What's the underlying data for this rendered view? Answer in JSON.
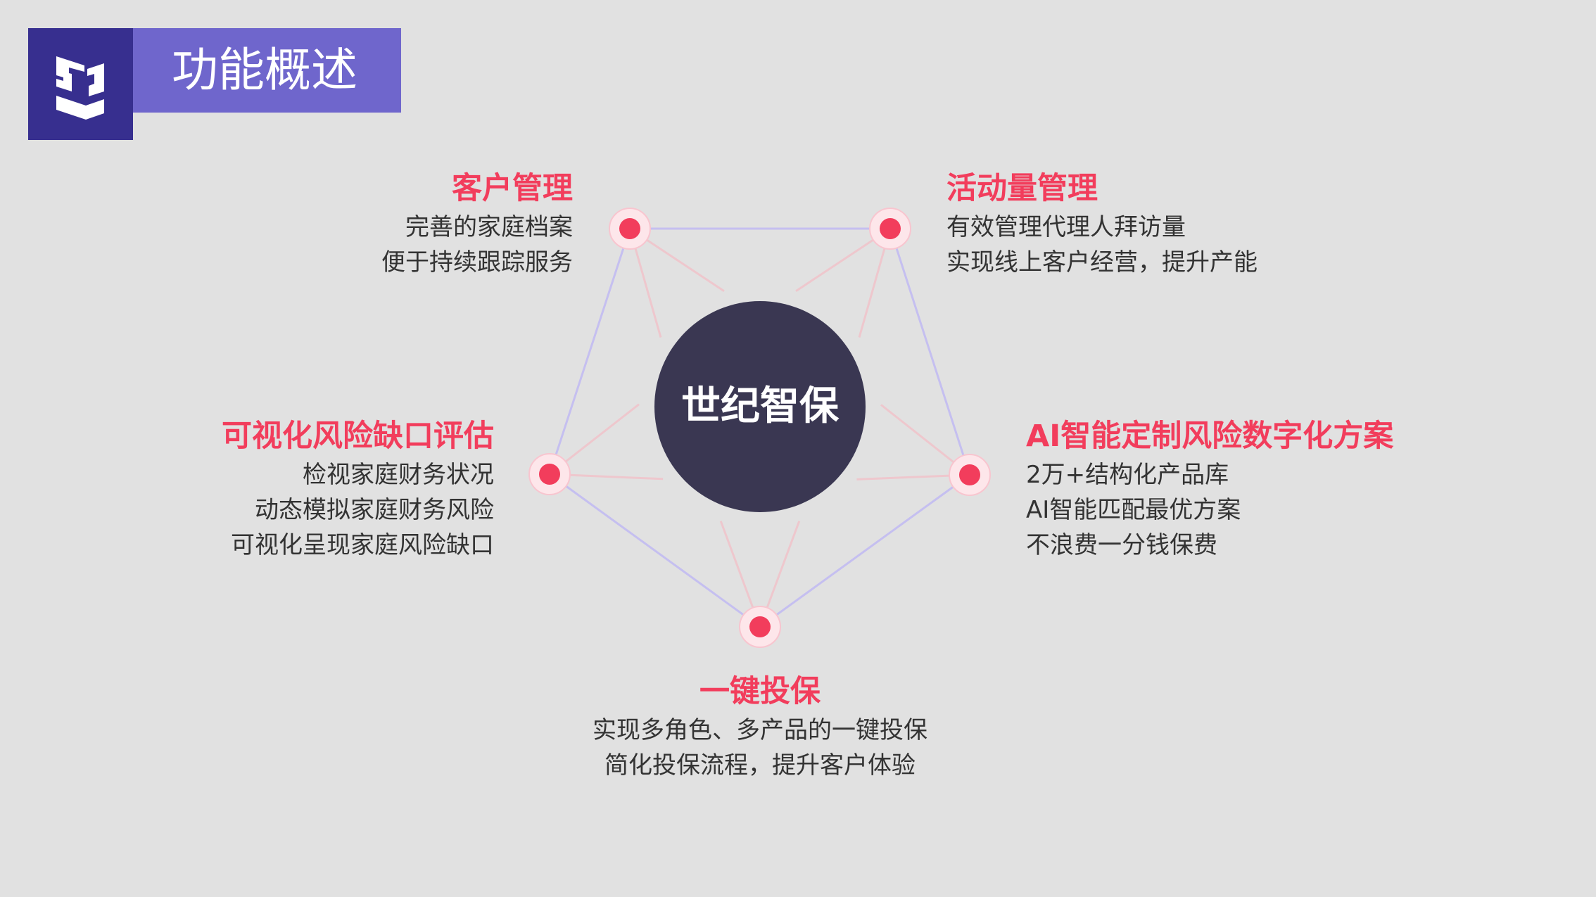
{
  "header": {
    "title": "功能概述"
  },
  "center": {
    "label": "世纪智保"
  },
  "colors": {
    "accent": "#f23d5c",
    "center": "#3a3752",
    "logo": "#372f8f",
    "band": "#6f66cc"
  },
  "features": [
    {
      "title": "客户管理",
      "desc": [
        "完善的家庭档案",
        "便于持续跟踪服务"
      ]
    },
    {
      "title": "活动量管理",
      "desc": [
        "有效管理代理人拜访量",
        "实现线上客户经营，提升产能"
      ]
    },
    {
      "title": "可视化风险缺口评估",
      "desc": [
        "检视家庭财务状况",
        "动态模拟家庭财务风险",
        "可视化呈现家庭风险缺口"
      ]
    },
    {
      "title": "AI智能定制风险数字化方案",
      "desc": [
        "2万+结构化产品库",
        "AI智能匹配最优方案",
        "不浪费一分钱保费"
      ]
    },
    {
      "title": "一键投保",
      "desc": [
        "实现多角色、多产品的一键投保",
        "简化投保流程，提升客户体验"
      ]
    }
  ]
}
